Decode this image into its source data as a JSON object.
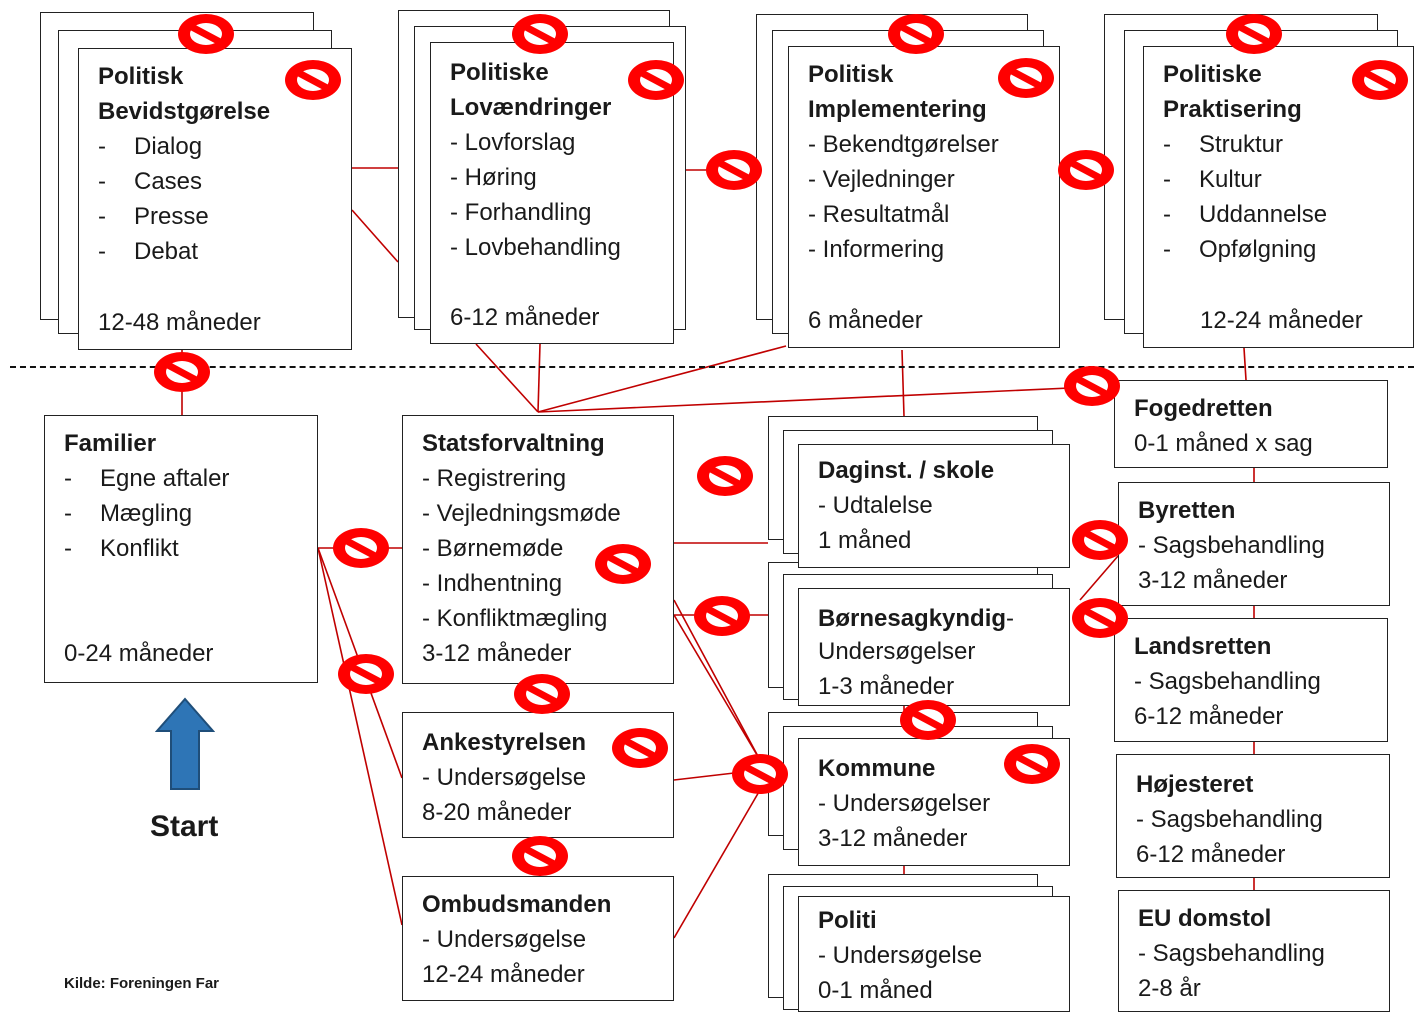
{
  "top_row": [
    {
      "id": "bevidstgorelse",
      "title_lines": [
        "Politisk",
        "Bevidstgørelse"
      ],
      "items": [
        "Dialog",
        "Cases",
        "Presse",
        "Debat"
      ],
      "item_style": "dash",
      "duration": "12-48 måneder"
    },
    {
      "id": "lovaendringer",
      "title_lines": [
        "Politiske",
        "Lovændringer"
      ],
      "items": [
        "- Lovforslag",
        "- Høring",
        "- Forhandling",
        "- Lovbehandling"
      ],
      "item_style": "plain",
      "duration": "6-12 måneder"
    },
    {
      "id": "implementering",
      "title_lines": [
        "Politisk",
        "Implementering"
      ],
      "items": [
        "- Bekendtgørelser",
        "- Vejledninger",
        "- Resultatmål",
        "- Informering"
      ],
      "item_style": "plain",
      "duration": "6 måneder"
    },
    {
      "id": "praktisering",
      "title_lines": [
        "Politiske",
        "Praktisering"
      ],
      "items": [
        "Struktur",
        "Kultur",
        "Uddannelse",
        "Opfølgning"
      ],
      "item_style": "dash",
      "duration": "12-24 måneder"
    }
  ],
  "familier": {
    "title": "Familier",
    "items": [
      "Egne aftaler",
      "Mægling",
      "Konflikt"
    ],
    "duration": "0-24 måneder"
  },
  "statsforvaltning": {
    "title": "Statsforvaltning",
    "items": [
      "- Registrering",
      "- Vejledningsmøde",
      "- Børnemøde",
      "- Indhentning",
      "- Konfliktmægling"
    ],
    "duration": "3-12 måneder"
  },
  "ankestyrelsen": {
    "title": "Ankestyrelsen",
    "lines": [
      "- Undersøgelse",
      "8-20 måneder"
    ]
  },
  "ombudsmanden": {
    "title": "Ombudsmanden",
    "lines": [
      "- Undersøgelse",
      "12-24 måneder"
    ]
  },
  "daginst": {
    "title": "Daginst. / skole",
    "lines": [
      "- Udtalelse",
      "1 måned"
    ]
  },
  "bornesagkyndig": {
    "title": "Børnesagkyndig",
    "title_suffix": "-",
    "lines": [
      "Undersøgelser",
      "1-3 måneder"
    ]
  },
  "kommune": {
    "title": "Kommune",
    "lines": [
      "- Undersøgelser",
      "3-12 måneder"
    ]
  },
  "politi": {
    "title": "Politi",
    "lines": [
      "- Undersøgelse",
      "0-1 måned"
    ]
  },
  "fogedretten": {
    "title": "Fogedretten",
    "lines": [
      "0-1 måned x sag"
    ]
  },
  "byretten": {
    "title": "Byretten",
    "lines": [
      "- Sagsbehandling",
      "3-12 måneder"
    ]
  },
  "landsretten": {
    "title": "Landsretten",
    "lines": [
      "- Sagsbehandling",
      "6-12 måneder"
    ]
  },
  "hojesteret": {
    "title": "Højesteret",
    "lines": [
      "- Sagsbehandling",
      "6-12 måneder"
    ]
  },
  "eu_domstol": {
    "title": "EU domstol",
    "lines": [
      "- Sagsbehandling",
      "2-8 år"
    ]
  },
  "start_label": "Start",
  "source": "Kilde: Foreningen Far",
  "colors": {
    "connector": "#c00000",
    "prohibited_sign": "#ff0000",
    "arrow": "#2e75b6"
  },
  "icons": {
    "prohibited": "no-entry-sign-icon",
    "start": "up-arrow-icon"
  }
}
